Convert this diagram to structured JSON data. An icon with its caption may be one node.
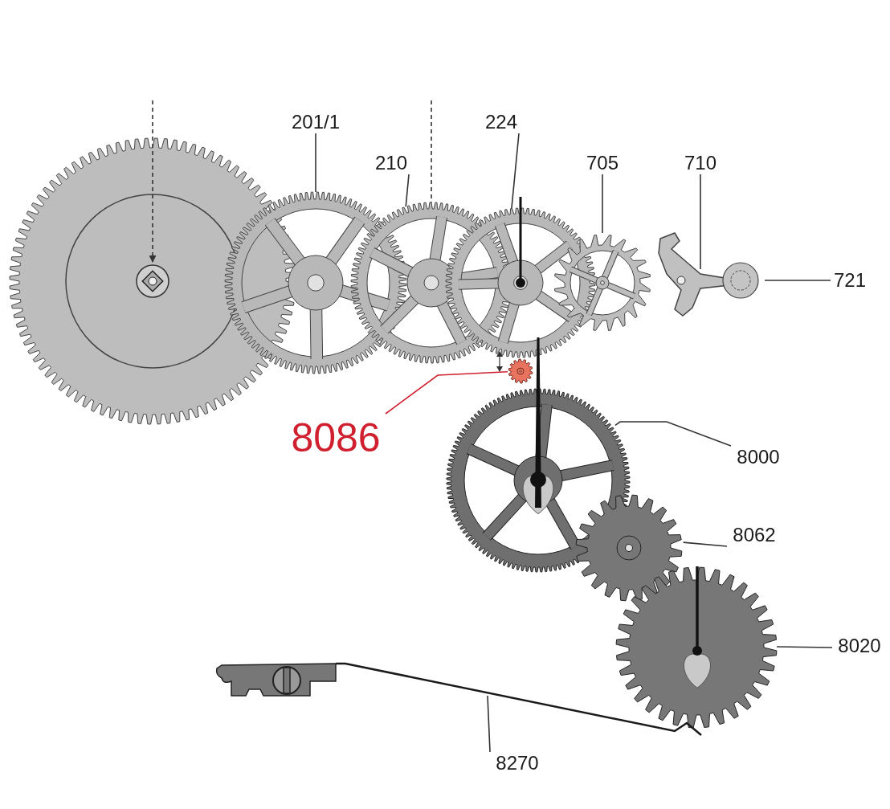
{
  "diagram": {
    "nodes": [
      {
        "text": [
          "201/1"
        ]
      },
      {
        "text": [
          "210"
        ]
      },
      {
        "text": [
          "224"
        ]
      },
      {
        "text": [
          "705"
        ]
      },
      {
        "text": [
          "710"
        ]
      },
      {
        "text": [
          "721"
        ]
      },
      {
        "text": [
          "8086"
        ]
      },
      {
        "text": [
          "8000"
        ]
      },
      {
        "text": [
          "8062"
        ]
      },
      {
        "text": [
          "8020"
        ]
      },
      {
        "text": [
          "8270"
        ]
      },
      {
        "text": [],
        "shape": "gear"
      },
      {
        "text": [],
        "shape": "gear"
      },
      {
        "text": [],
        "shape": "gear"
      },
      {
        "text": [],
        "shape": "gear"
      },
      {
        "text": [],
        "shape": "gear"
      },
      {
        "text": [],
        "shape": "lever"
      },
      {
        "text": [],
        "shape": "circle"
      },
      {
        "text": [],
        "shape": "gear"
      },
      {
        "text": [],
        "shape": "gear"
      },
      {
        "text": [],
        "shape": "gear"
      },
      {
        "text": [],
        "shape": "gear"
      },
      {
        "text": [],
        "shape": "lever"
      }
    ],
    "edges": [
      {
        "from": 0,
        "to": 12,
        "arrow": "none"
      },
      {
        "from": 1,
        "to": 13,
        "arrow": "none"
      },
      {
        "from": 2,
        "to": 14,
        "arrow": "none"
      },
      {
        "from": 3,
        "to": 15,
        "arrow": "none"
      },
      {
        "from": 4,
        "to": 16,
        "arrow": "none"
      },
      {
        "from": 5,
        "to": 17,
        "arrow": "none"
      },
      {
        "from": 6,
        "to": 18,
        "arrow": "none",
        "color": "#d01f2f"
      },
      {
        "from": 7,
        "to": 19,
        "arrow": "none"
      },
      {
        "from": 8,
        "to": 20,
        "arrow": "none"
      },
      {
        "from": 9,
        "to": 21,
        "arrow": "none"
      },
      {
        "from": 10,
        "to": 22,
        "arrow": "none"
      },
      {
        "from": null,
        "to": 11,
        "arrow": "to",
        "style": "dashed"
      },
      {
        "from": null,
        "to": 13,
        "arrow": "none",
        "style": "dashed"
      }
    ]
  }
}
